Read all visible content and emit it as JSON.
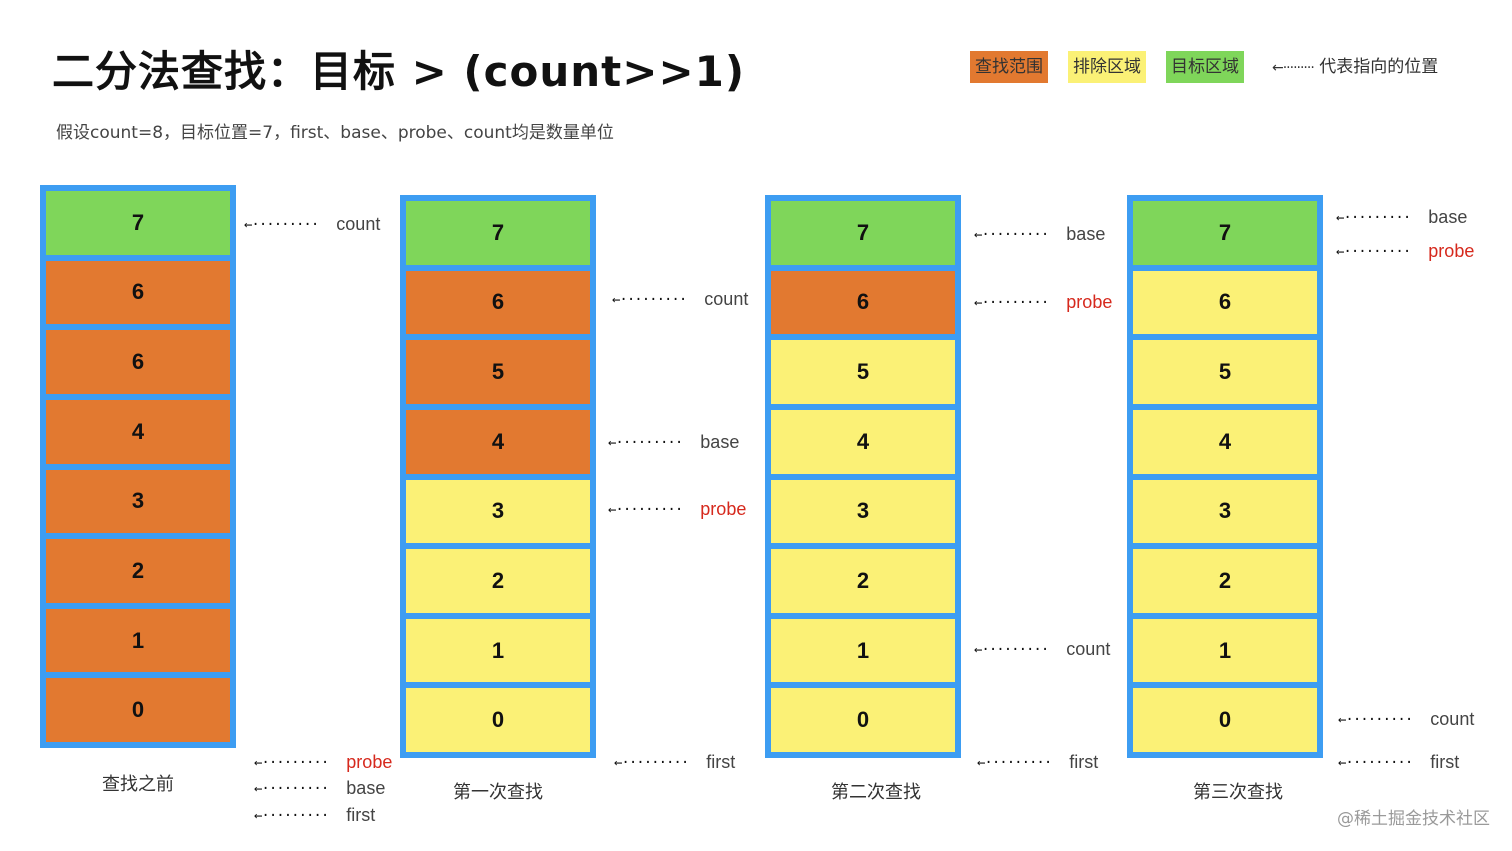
{
  "title": "二分法查找：目标 > (count>>1)",
  "subtitle": "假设count=8，目标位置=7，first、base、probe、count均是数量单位",
  "legend": {
    "search": "查找范围",
    "excluded": "排除区域",
    "target": "目标区域",
    "arrow_label": "代表指向的位置",
    "colors": {
      "search": "#e27930",
      "excluded": "#fbf176",
      "target": "#7fd65a",
      "column_border": "#3d9df2",
      "highlight_text": "#d6291d"
    }
  },
  "columns": [
    {
      "caption": "查找之前",
      "cells": [
        {
          "value": "7",
          "state": "target"
        },
        {
          "value": "6",
          "state": "search"
        },
        {
          "value": "6",
          "state": "search"
        },
        {
          "value": "4",
          "state": "search"
        },
        {
          "value": "3",
          "state": "search"
        },
        {
          "value": "2",
          "state": "search"
        },
        {
          "value": "1",
          "state": "search"
        },
        {
          "value": "0",
          "state": "search"
        }
      ],
      "pointers": [
        {
          "label": "count",
          "highlight": false
        },
        {
          "label": "probe",
          "highlight": true
        },
        {
          "label": "base",
          "highlight": false
        },
        {
          "label": "first",
          "highlight": false
        }
      ]
    },
    {
      "caption": "第一次查找",
      "cells": [
        {
          "value": "7",
          "state": "target"
        },
        {
          "value": "6",
          "state": "search"
        },
        {
          "value": "5",
          "state": "search"
        },
        {
          "value": "4",
          "state": "search"
        },
        {
          "value": "3",
          "state": "excluded"
        },
        {
          "value": "2",
          "state": "excluded"
        },
        {
          "value": "1",
          "state": "excluded"
        },
        {
          "value": "0",
          "state": "excluded"
        }
      ],
      "pointers": [
        {
          "label": "count",
          "highlight": false
        },
        {
          "label": "base",
          "highlight": false
        },
        {
          "label": "probe",
          "highlight": true
        },
        {
          "label": "first",
          "highlight": false
        }
      ]
    },
    {
      "caption": "第二次查找",
      "cells": [
        {
          "value": "7",
          "state": "target"
        },
        {
          "value": "6",
          "state": "search"
        },
        {
          "value": "5",
          "state": "excluded"
        },
        {
          "value": "4",
          "state": "excluded"
        },
        {
          "value": "3",
          "state": "excluded"
        },
        {
          "value": "2",
          "state": "excluded"
        },
        {
          "value": "1",
          "state": "excluded"
        },
        {
          "value": "0",
          "state": "excluded"
        }
      ],
      "pointers": [
        {
          "label": "base",
          "highlight": false
        },
        {
          "label": "probe",
          "highlight": true
        },
        {
          "label": "count",
          "highlight": false
        },
        {
          "label": "first",
          "highlight": false
        }
      ]
    },
    {
      "caption": "第三次查找",
      "cells": [
        {
          "value": "7",
          "state": "target"
        },
        {
          "value": "6",
          "state": "excluded"
        },
        {
          "value": "5",
          "state": "excluded"
        },
        {
          "value": "4",
          "state": "excluded"
        },
        {
          "value": "3",
          "state": "excluded"
        },
        {
          "value": "2",
          "state": "excluded"
        },
        {
          "value": "1",
          "state": "excluded"
        },
        {
          "value": "0",
          "state": "excluded"
        }
      ],
      "pointers": [
        {
          "label": "base",
          "highlight": false
        },
        {
          "label": "probe",
          "highlight": true
        },
        {
          "label": "count",
          "highlight": false
        },
        {
          "label": "first",
          "highlight": false
        }
      ]
    }
  ],
  "watermark": "@稀土掘金技术社区"
}
